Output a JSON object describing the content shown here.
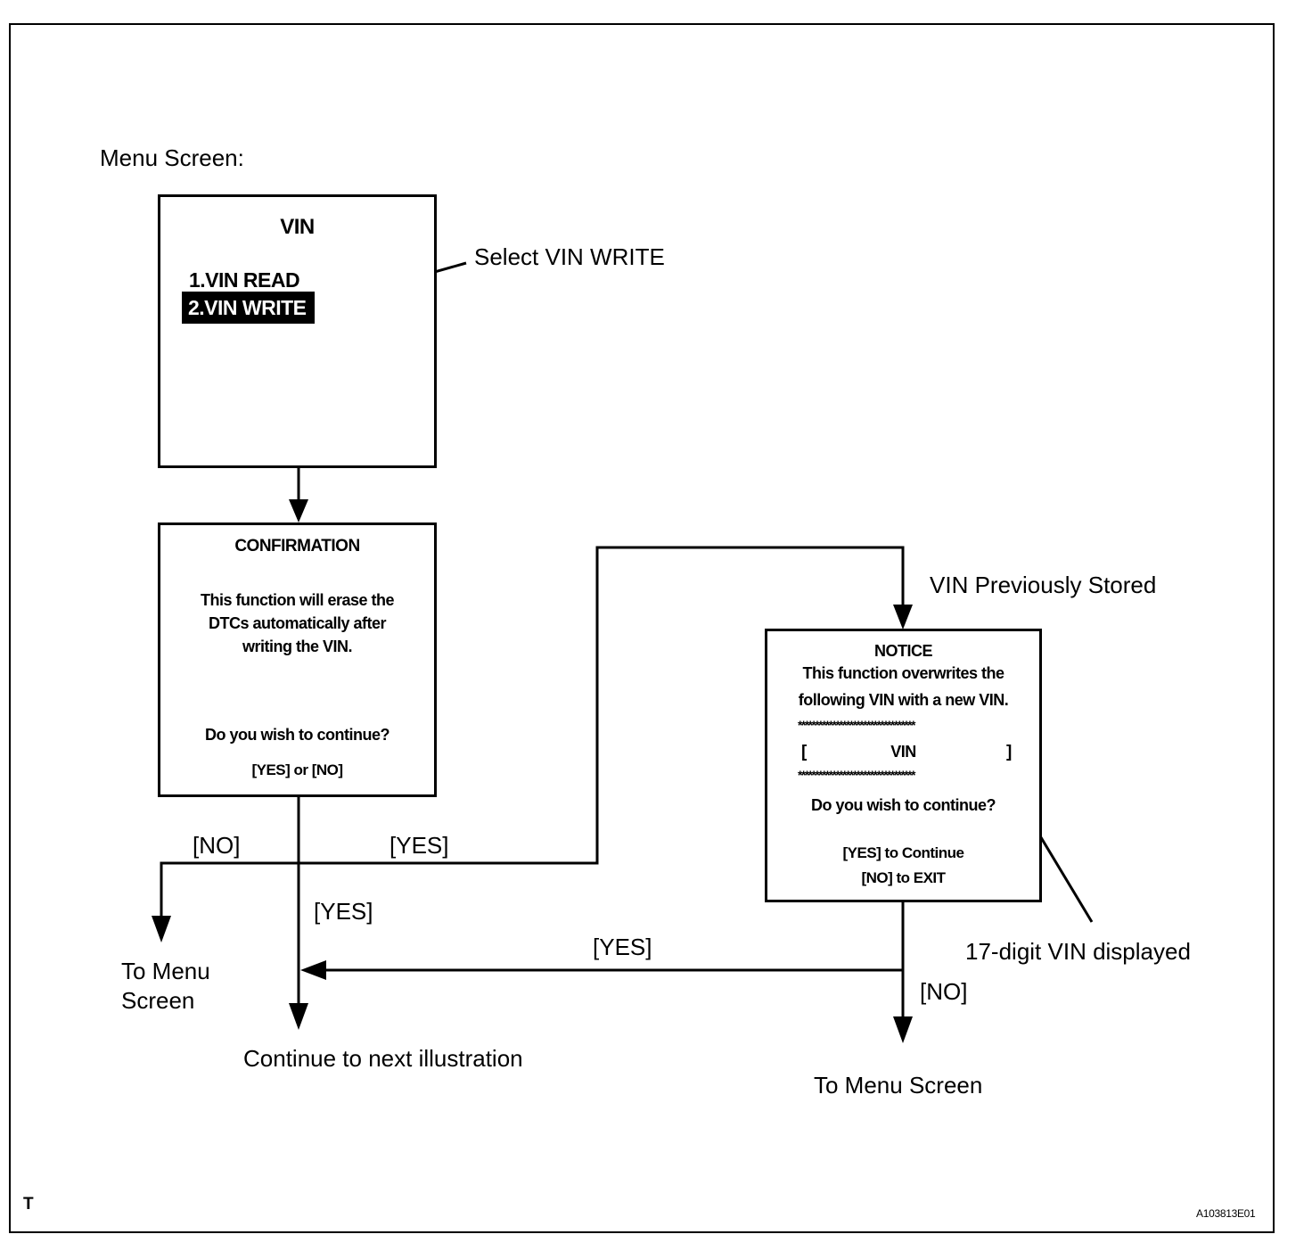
{
  "menu_label": "Menu Screen:",
  "vin_screen": {
    "title": "VIN",
    "items": [
      "1.VIN READ",
      "2.VIN WRITE"
    ]
  },
  "select_callout": "Select VIN WRITE",
  "confirmation_screen": {
    "title": "CONFIRMATION",
    "lines": [
      "This function will erase the",
      "DTCs automatically after",
      "writing the VIN."
    ],
    "question": "Do you wish to continue?",
    "options": "[YES] or [NO]"
  },
  "notice_screen": {
    "title": "NOTICE",
    "lines": [
      "This function overwrites the",
      "following VIN with a new VIN."
    ],
    "stars": "**********************************",
    "bracket_left": "[",
    "vin": "VIN",
    "bracket_right": "]",
    "question": "Do you wish to continue?",
    "option_yes": "[YES] to Continue",
    "option_no": "[NO] to EXIT"
  },
  "labels": {
    "vin_previously_stored": "VIN Previously Stored",
    "seventeen_digit": "17-digit VIN displayed",
    "no_left": "[NO]",
    "yes_top": "[YES]",
    "yes_mid": "[YES]",
    "yes_bottom": "[YES]",
    "no_right": "[NO]",
    "to_menu_left": [
      "To Menu",
      "Screen"
    ],
    "continue_next": "Continue to next illustration",
    "to_menu_right": "To Menu Screen"
  },
  "corner_mark": "T",
  "figure_id": "A103813E01"
}
